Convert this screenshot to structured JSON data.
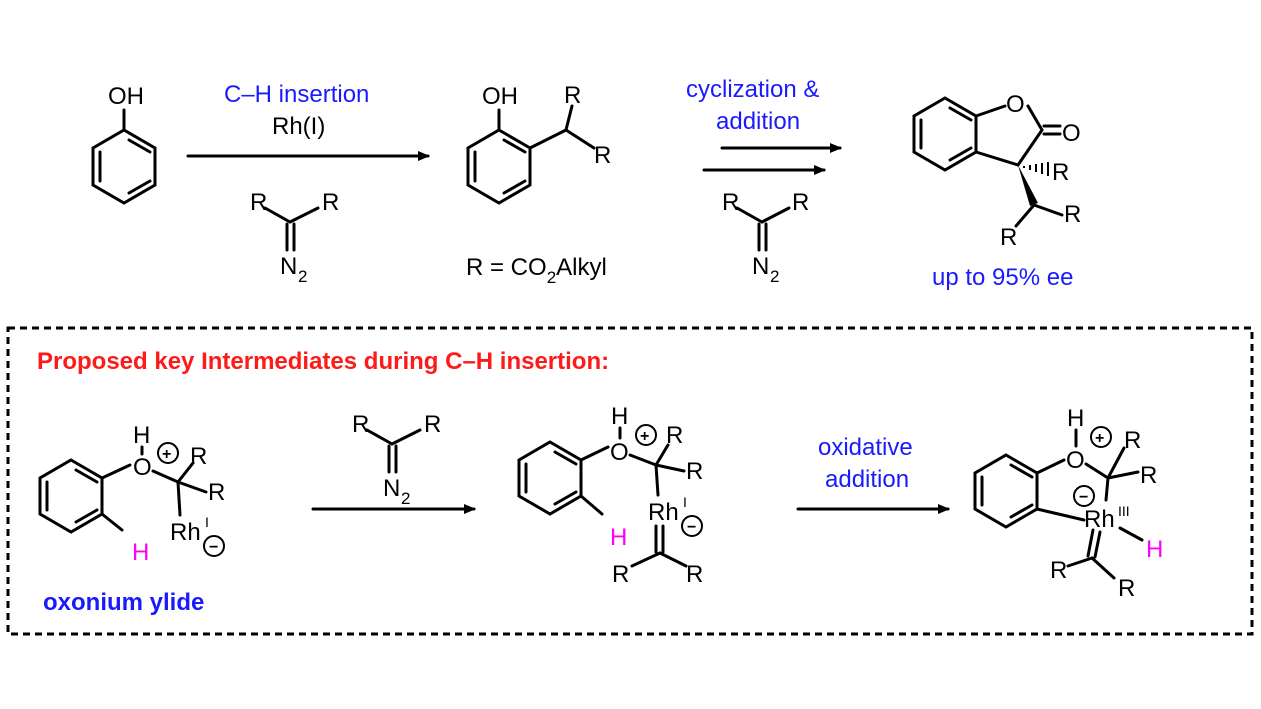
{
  "top_reaction": {
    "reactant_label": "OH",
    "step1_reagent": "C–H insertion",
    "step1_catalyst": "Rh(I)",
    "intermediate_oh_label": "OH",
    "r_group_definition_prefix": "R = CO",
    "r_group_definition_sub": "2",
    "r_group_definition_suffix": "Alkyl",
    "step2_label_line1": "cyclization &",
    "step2_label_line2": "addition",
    "product_ring_oxygen": "O",
    "product_carbonyl_oxygen": "O",
    "product_ee": "up to 95% ee"
  },
  "diazo": {
    "r_label": "R",
    "n2_main": "N",
    "n2_sub": "2"
  },
  "intermediates_box": {
    "title": "Proposed key Intermediates during C–H insertion:",
    "ylide_label": "oxonium ylide",
    "step_oxidative_line1": "oxidative",
    "step_oxidative_line2": "addition",
    "atoms": {
      "H": "H",
      "O": "O",
      "R": "R",
      "Rh": "Rh",
      "ox_I": "I",
      "ox_III": "III",
      "plus": "+",
      "minus": "−"
    }
  },
  "colors": {
    "blue": "#1a1aff",
    "red": "#ff1a1a",
    "magenta": "#ff00ff",
    "black": "#000000"
  }
}
